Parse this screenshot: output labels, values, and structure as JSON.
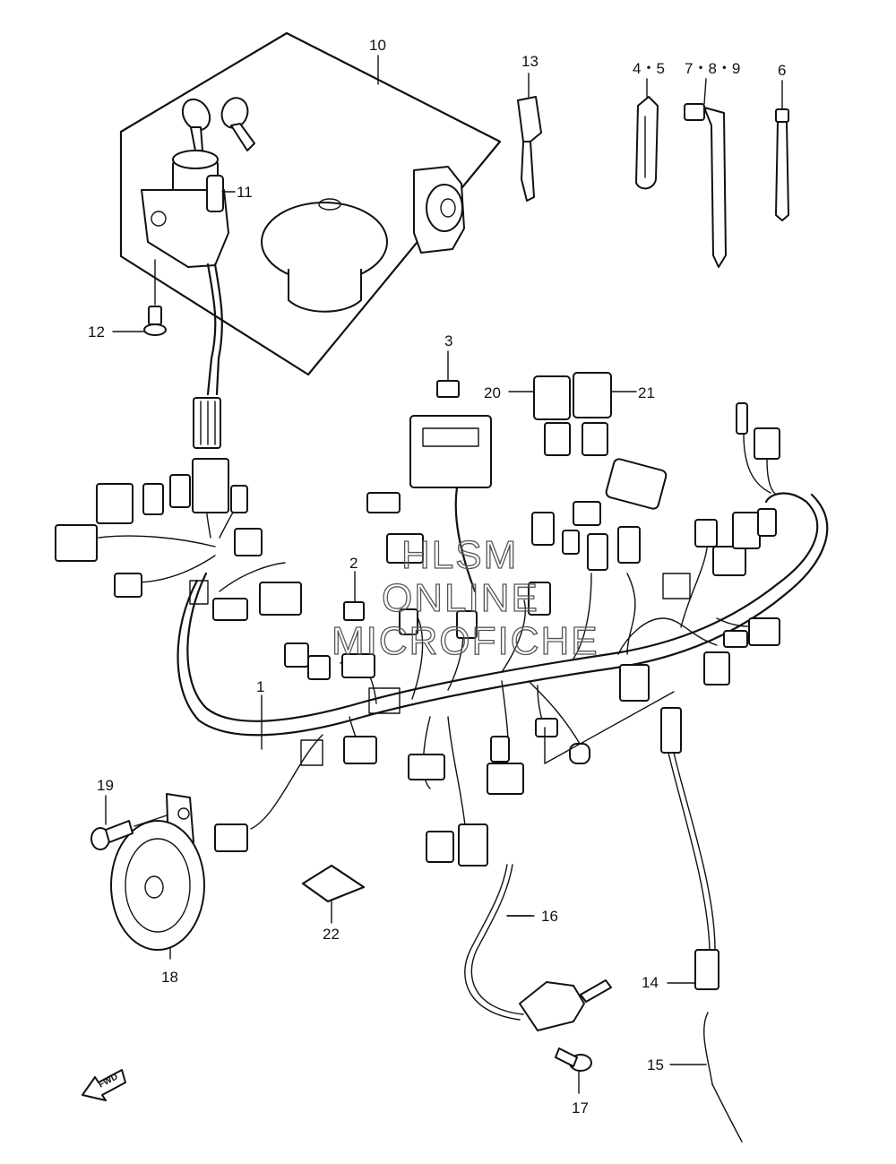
{
  "diagram": {
    "callouts": {
      "c1": "1",
      "c2": "2",
      "c3": "3",
      "c4_5": "4・5",
      "c6": "6",
      "c7_8_9": "7・8・9",
      "c10": "10",
      "c11": "11",
      "c12": "12",
      "c13": "13",
      "c14": "14",
      "c15": "15",
      "c16": "16",
      "c17": "17",
      "c18": "18",
      "c19": "19",
      "c20": "20",
      "c21": "21",
      "c22": "22"
    },
    "direction_label": "FWD",
    "watermark": {
      "line1": "HLSM",
      "line2": "ONLINE",
      "line3": "MICROFICHE"
    }
  }
}
